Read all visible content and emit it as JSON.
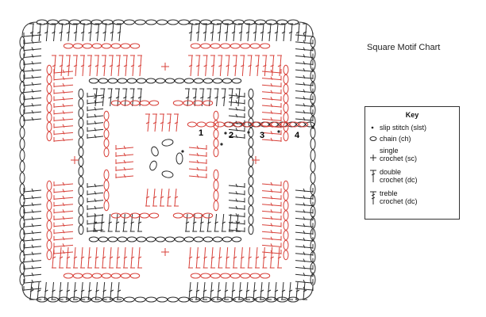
{
  "title": "Square Motif Chart",
  "key": {
    "heading": "Key",
    "entries": [
      {
        "icon": "dot-icon",
        "lines": [
          "slip stitch (slst)"
        ]
      },
      {
        "icon": "oval-icon",
        "lines": [
          "chain (ch)"
        ]
      },
      {
        "icon": "plus-icon",
        "lines": [
          "single",
          "crochet (sc)"
        ]
      },
      {
        "icon": "tee-icon",
        "lines": [
          "double",
          "crochet (dc)"
        ]
      },
      {
        "icon": "tee-slash-icon",
        "lines": [
          "treble",
          "crochet (dc)"
        ]
      }
    ]
  },
  "round_labels": [
    "1",
    "2",
    "3",
    "4"
  ],
  "colors": {
    "black_round": "#2b2b2b",
    "red_round": "#d8413a"
  }
}
